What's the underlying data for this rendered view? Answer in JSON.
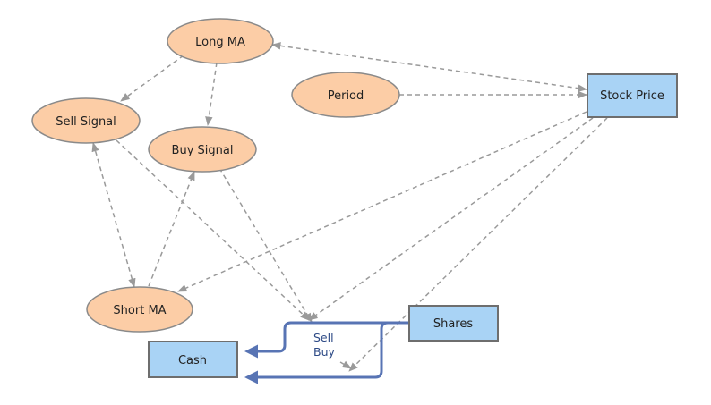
{
  "colors": {
    "ellipse_fill": "#fccda6",
    "ellipse_stroke": "#8a8a8a",
    "box_fill": "#a9d3f5",
    "box_stroke": "#6e6e6e",
    "dashed_arrow": "#9a9a9a",
    "flow_arrow": "#5874b4",
    "flow_text": "#2d4a86"
  },
  "nodes": {
    "long_ma": "Long MA",
    "period": "Period",
    "sell_signal": "Sell Signal",
    "buy_signal": "Buy Signal",
    "short_ma": "Short MA",
    "stock_price": "Stock Price",
    "shares": "Shares",
    "cash": "Cash"
  },
  "flows": {
    "sell": "Sell",
    "buy": "Buy"
  }
}
